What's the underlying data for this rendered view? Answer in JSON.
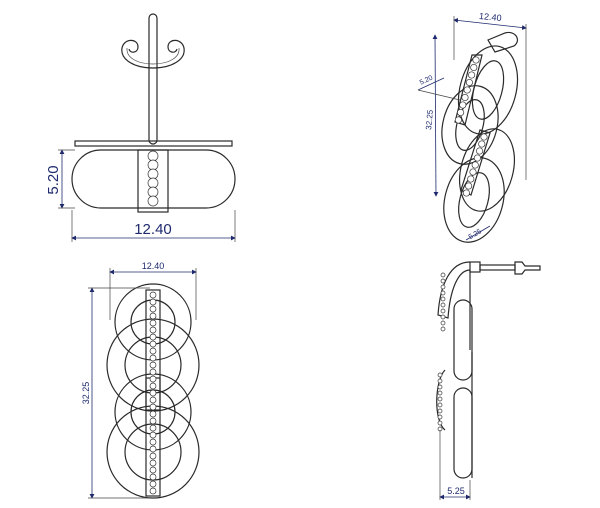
{
  "views": {
    "front": {
      "width_label": "12.40",
      "height_label": "5.20"
    },
    "top": {
      "width_label": "12.40",
      "length_label": "32.25"
    },
    "isometric": {
      "width_label": "12.40",
      "height_label": "5.20",
      "length_label": "32.25",
      "depth_label": "5.25"
    },
    "side": {
      "depth_label": "5.25"
    }
  },
  "colors": {
    "line": "#2a2a2a",
    "dimension": "#1f2a6e"
  }
}
